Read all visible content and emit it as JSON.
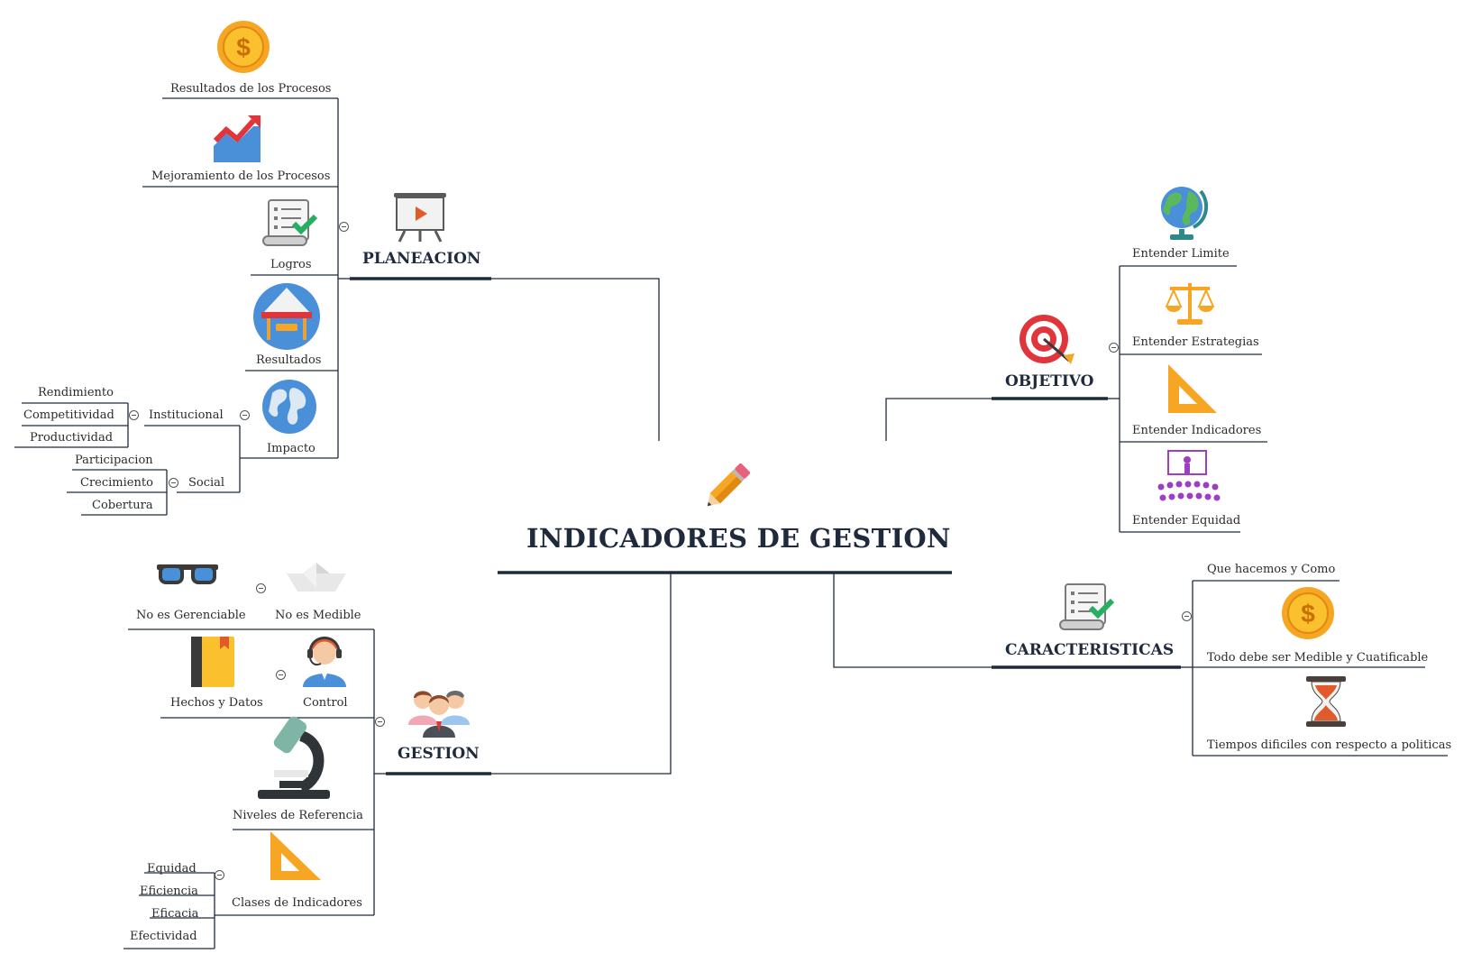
{
  "central": {
    "title": "INDICADORES DE GESTION",
    "icon": "pencil-icon"
  },
  "planeacion": {
    "title": "PLANEACION",
    "icon": "presentation-board-icon",
    "items": [
      "Resultados de los Procesos",
      "Mejoramiento de los Procesos",
      "Logros",
      "Resultados",
      "Impacto"
    ],
    "institucional": {
      "label": "Institucional",
      "items": [
        "Rendimiento",
        "Competitividad",
        "Productividad"
      ]
    },
    "social": {
      "label": "Social",
      "items": [
        "Participacion",
        "Crecimiento",
        "Cobertura"
      ]
    }
  },
  "gestion": {
    "title": "GESTION",
    "icon": "team-people-icon",
    "items": [
      "No es Gerenciable",
      "No es Medible",
      "Hechos y Datos",
      "Control",
      "Niveles de Referencia",
      "Clases de Indicadores"
    ],
    "clases": [
      "Equidad",
      "Eficiencia",
      "Eficacia",
      "Efectividad"
    ]
  },
  "objetivo": {
    "title": "OBJETIVO",
    "icon": "target-icon",
    "items": [
      "Entender Limite",
      "Entender Estrategias",
      "Entender Indicadores",
      "Entender Equidad"
    ]
  },
  "caracteristicas": {
    "title": "CARACTERISTICAS",
    "icon": "checklist-icon",
    "items": [
      "Que hacemos y Como",
      "Todo debe ser Medible y Cuatificable",
      "Tiempos dificiles con respecto a politicas"
    ]
  },
  "colors": {
    "line": "#1f2b3d",
    "gold": "#f6a623",
    "red": "#e0353b",
    "blue": "#4a90d9"
  }
}
